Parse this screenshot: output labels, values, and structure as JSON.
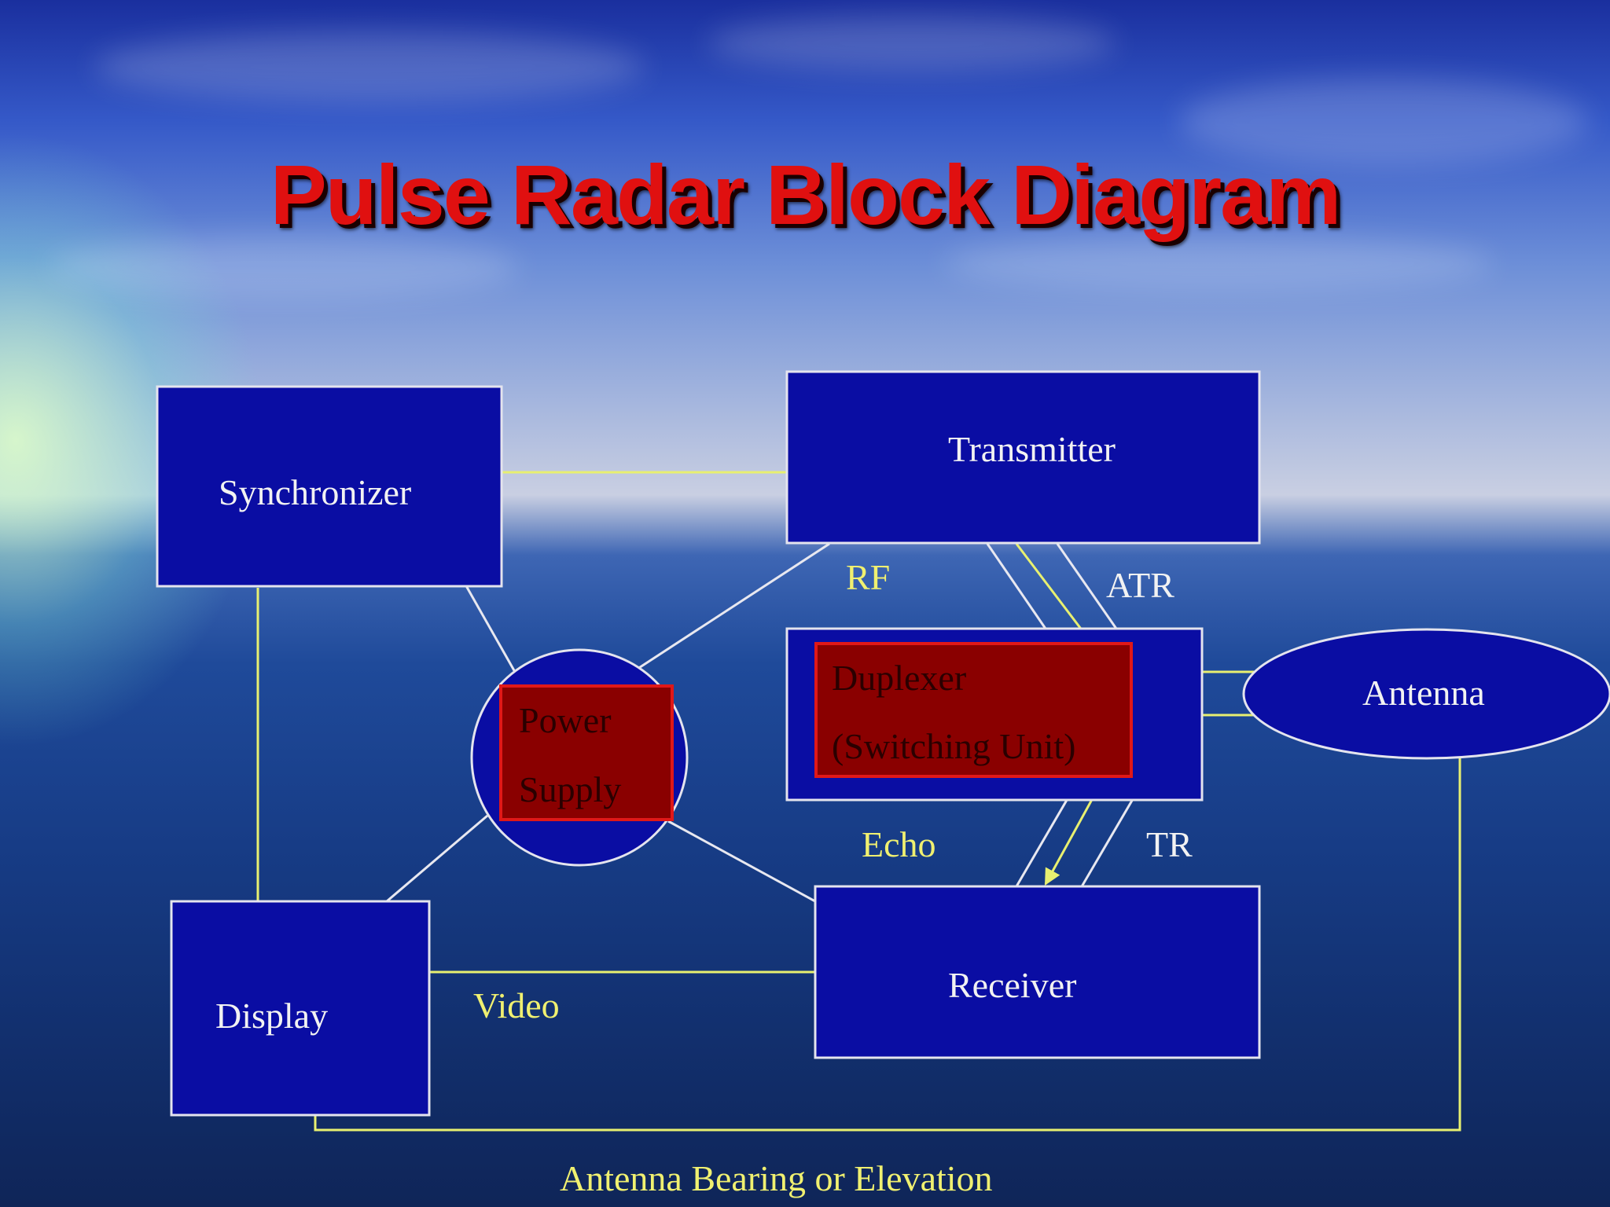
{
  "title": "Pulse Radar Block Diagram",
  "blocks": {
    "synchronizer": "Synchronizer",
    "transmitter": "Transmitter",
    "duplexer_line1": "Duplexer",
    "duplexer_line2": "(Switching Unit)",
    "antenna": "Antenna",
    "power_line1": "Power",
    "power_line2": "Supply",
    "receiver": "Receiver",
    "display": "Display"
  },
  "signals": {
    "rf": "RF",
    "atr": "ATR",
    "echo": "Echo",
    "tr": "TR",
    "video": "Video",
    "antenna_bearing": "Antenna Bearing or Elevation"
  },
  "colors": {
    "block_fill": "#0a0da3",
    "duplexer_fill": "#8a0000",
    "title": "#e01010",
    "signal_line": "#e8f070",
    "power_line": "#e8e8f0"
  }
}
